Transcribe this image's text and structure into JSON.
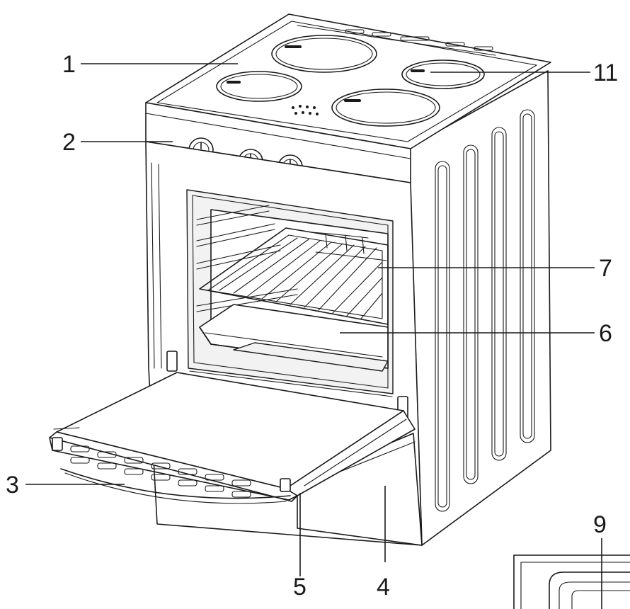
{
  "callouts": [
    {
      "id": "1",
      "label": "1"
    },
    {
      "id": "2",
      "label": "2"
    },
    {
      "id": "3",
      "label": "3"
    },
    {
      "id": "4",
      "label": "4"
    },
    {
      "id": "5",
      "label": "5"
    },
    {
      "id": "6",
      "label": "6"
    },
    {
      "id": "7",
      "label": "7"
    },
    {
      "id": "9",
      "label": "9"
    },
    {
      "id": "11",
      "label": "11"
    }
  ],
  "colors": {
    "ink": "#1a1a1a",
    "background": "#ffffff"
  },
  "icons": [
    "hob-burner-icon",
    "control-knob-icon",
    "oven-rack-icon",
    "baking-tray-icon",
    "oven-door-icon",
    "storage-drawer-icon"
  ]
}
